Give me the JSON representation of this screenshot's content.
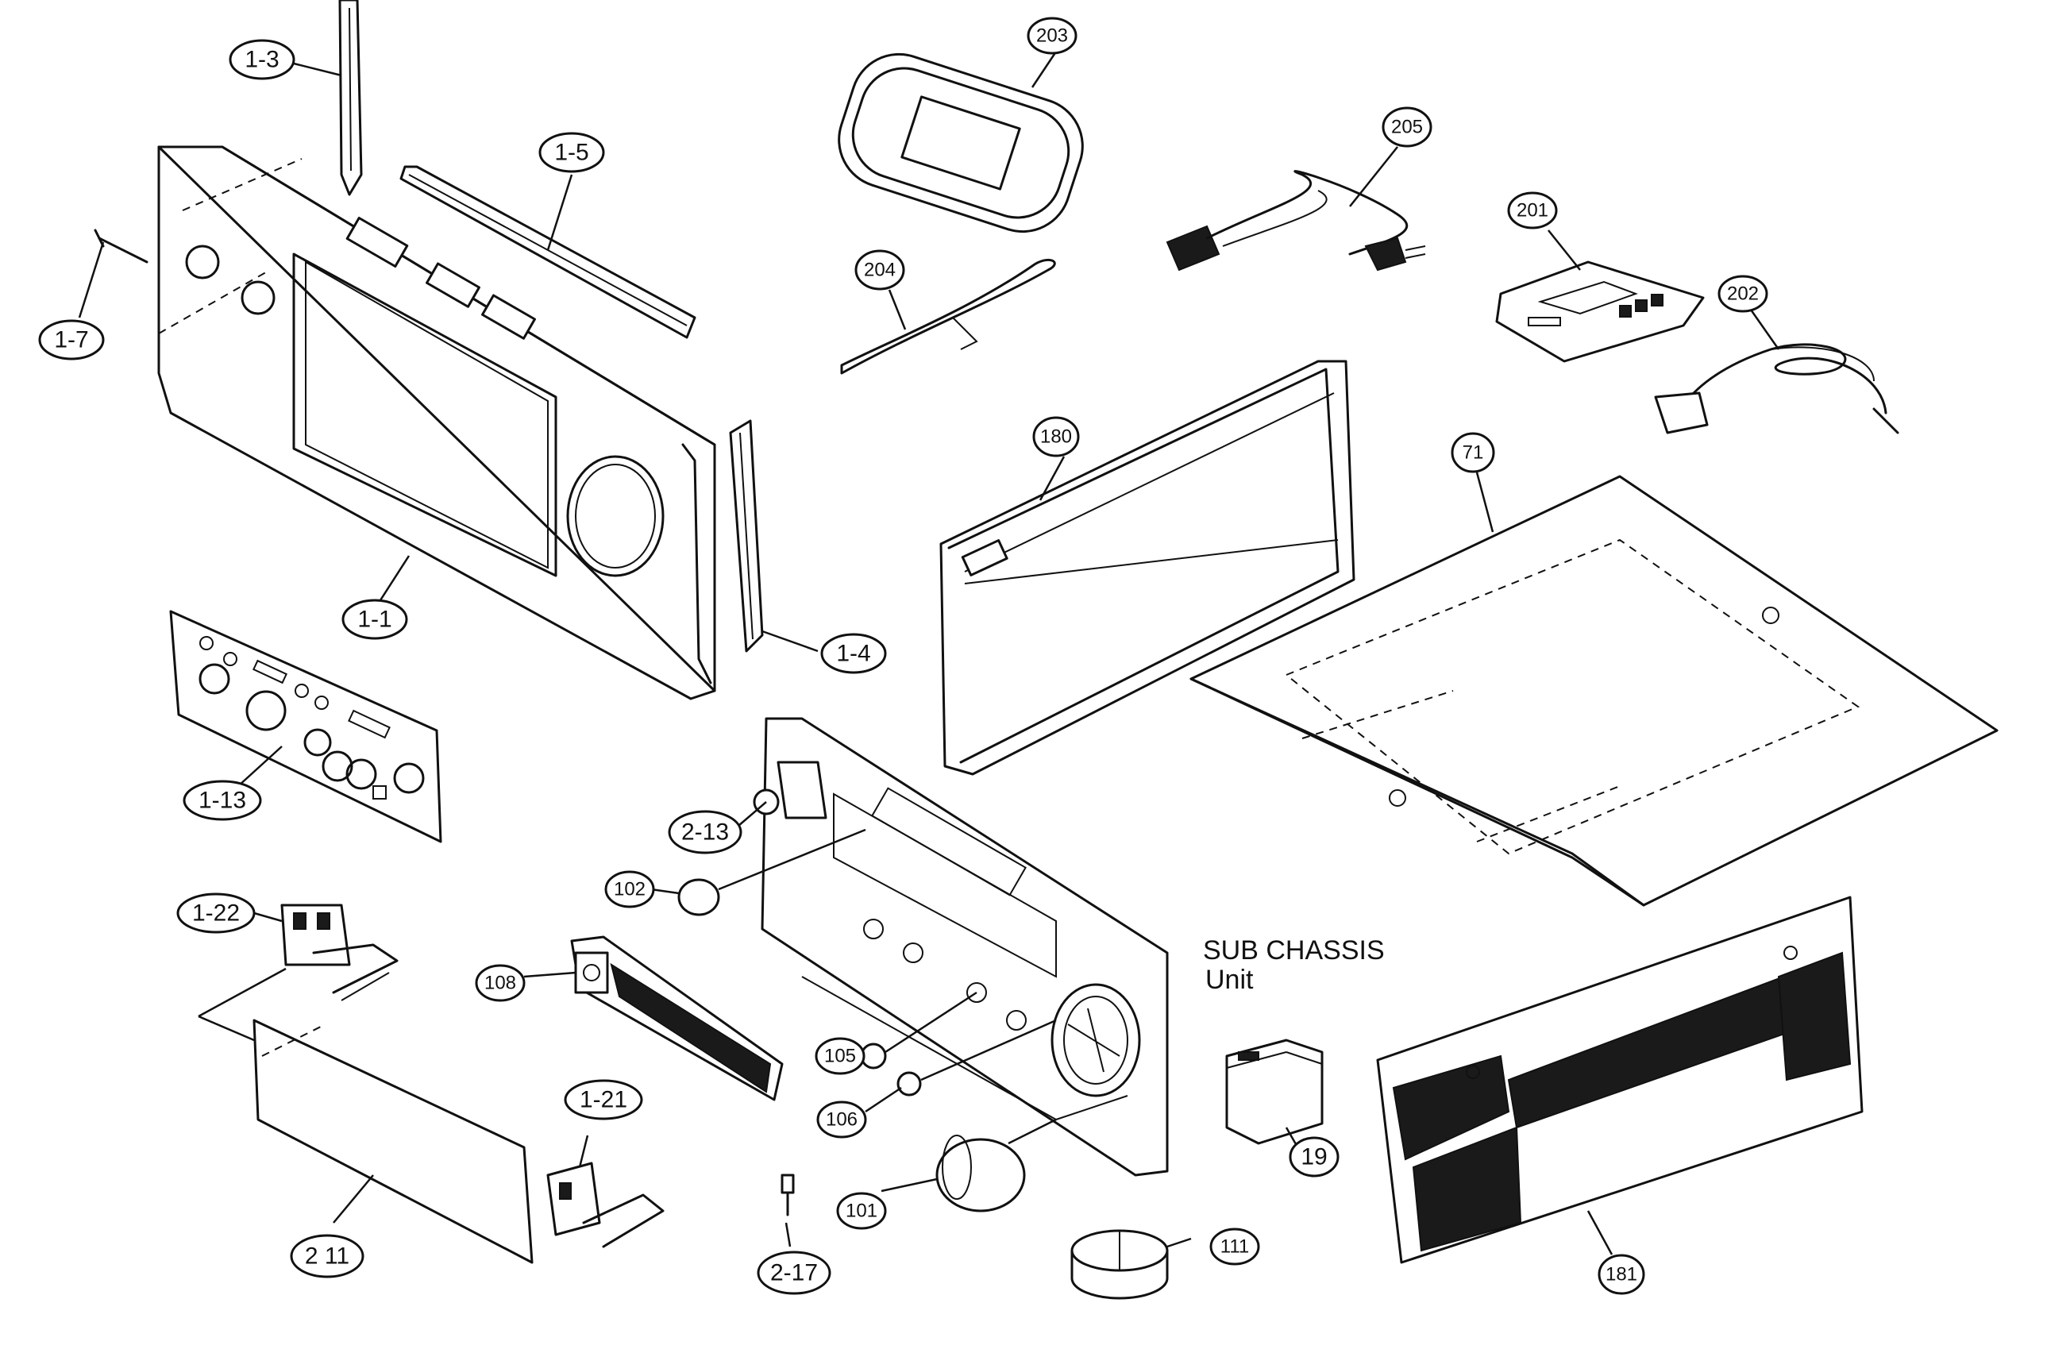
{
  "callouts": {
    "c1_3": "1-3",
    "c1_5": "1-5",
    "c1_7": "1-7",
    "c1_1": "1-1",
    "c1_4": "1-4",
    "c1_13": "1-13",
    "c1_22": "1-22",
    "c1_21": "1-21",
    "c2_11": "2  11",
    "c2_13": "2-13",
    "c2_17": "2-17",
    "c102": "102",
    "c108": "108",
    "c105": "105",
    "c106": "106",
    "c101": "101",
    "c111": "111",
    "c19": "19",
    "c203": "203",
    "c205": "205",
    "c204": "204",
    "c201": "201",
    "c202": "202",
    "c180": "180",
    "c71": "71",
    "c181": "181"
  },
  "labels": {
    "sub_chassis_line1": "SUB CHASSIS",
    "sub_chassis_line2": "Unit"
  }
}
